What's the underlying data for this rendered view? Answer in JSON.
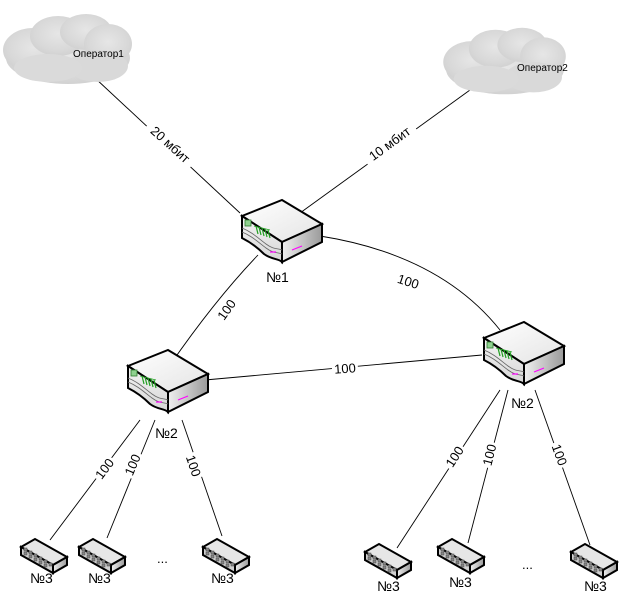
{
  "diagram": {
    "clouds": [
      {
        "id": "op1",
        "label": "Оператор1"
      },
      {
        "id": "op2",
        "label": "Оператор2"
      }
    ],
    "routers": [
      {
        "id": "r1",
        "label": "№1"
      },
      {
        "id": "r2a",
        "label": "№2"
      },
      {
        "id": "r2b",
        "label": "№2"
      }
    ],
    "switches": [
      {
        "id": "s1",
        "label": "№3"
      },
      {
        "id": "s2",
        "label": "№3"
      },
      {
        "id": "s3",
        "label": "№3"
      },
      {
        "id": "s4",
        "label": "№3"
      },
      {
        "id": "s5",
        "label": "№3"
      },
      {
        "id": "s6",
        "label": "№3"
      }
    ],
    "ellipsis": [
      "...",
      "..."
    ],
    "links": [
      {
        "from": "op1",
        "to": "r1",
        "label": "20 мбит"
      },
      {
        "from": "op2",
        "to": "r1",
        "label": "10 мбит"
      },
      {
        "from": "r1",
        "to": "r2a",
        "label": "100"
      },
      {
        "from": "r1",
        "to": "r2b",
        "label": "100"
      },
      {
        "from": "r2a",
        "to": "r2b",
        "label": "100"
      },
      {
        "from": "r2a",
        "to": "s1",
        "label": "100"
      },
      {
        "from": "r2a",
        "to": "s2",
        "label": "100"
      },
      {
        "from": "r2a",
        "to": "s3",
        "label": "100"
      },
      {
        "from": "r2b",
        "to": "s4",
        "label": "100"
      },
      {
        "from": "r2b",
        "to": "s5",
        "label": "100"
      },
      {
        "from": "r2b",
        "to": "s6",
        "label": "100"
      }
    ]
  }
}
